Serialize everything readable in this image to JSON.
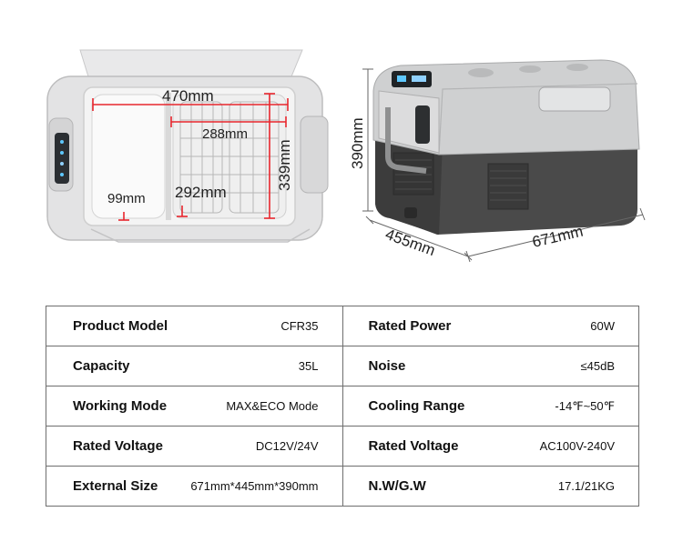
{
  "dimensions": {
    "interior_length": "470mm",
    "interior_width_divider": "288mm",
    "interior_depth": "339mm",
    "small_compartment_depth": "99mm",
    "large_compartment_depth": "292mm",
    "height": "390mm",
    "depth": "455mm",
    "length": "671mm"
  },
  "specs": [
    {
      "left_label": "Product Model",
      "left_value": "CFR35",
      "right_label": "Rated Power",
      "right_value": "60W"
    },
    {
      "left_label": "Capacity",
      "left_value": "35L",
      "right_label": "Noise",
      "right_value": "≤45dB"
    },
    {
      "left_label": "Working Mode",
      "left_value": "MAX&ECO Mode",
      "right_label": "Cooling Range",
      "right_value": "-14℉~50℉"
    },
    {
      "left_label": "Rated Voltage",
      "left_value": "DC12V/24V",
      "right_label": "Rated Voltage",
      "right_value": "AC100V-240V"
    },
    {
      "left_label": "External Size",
      "left_value": "671mm*445mm*390mm",
      "right_label": "N.W/G.W",
      "right_value": "17.1/21KG"
    }
  ],
  "colors": {
    "measure_red": "#e8262d",
    "body_dark": "#4a4a4a",
    "lid_gray": "#cfd0d1",
    "border": "#6e6e6e"
  }
}
